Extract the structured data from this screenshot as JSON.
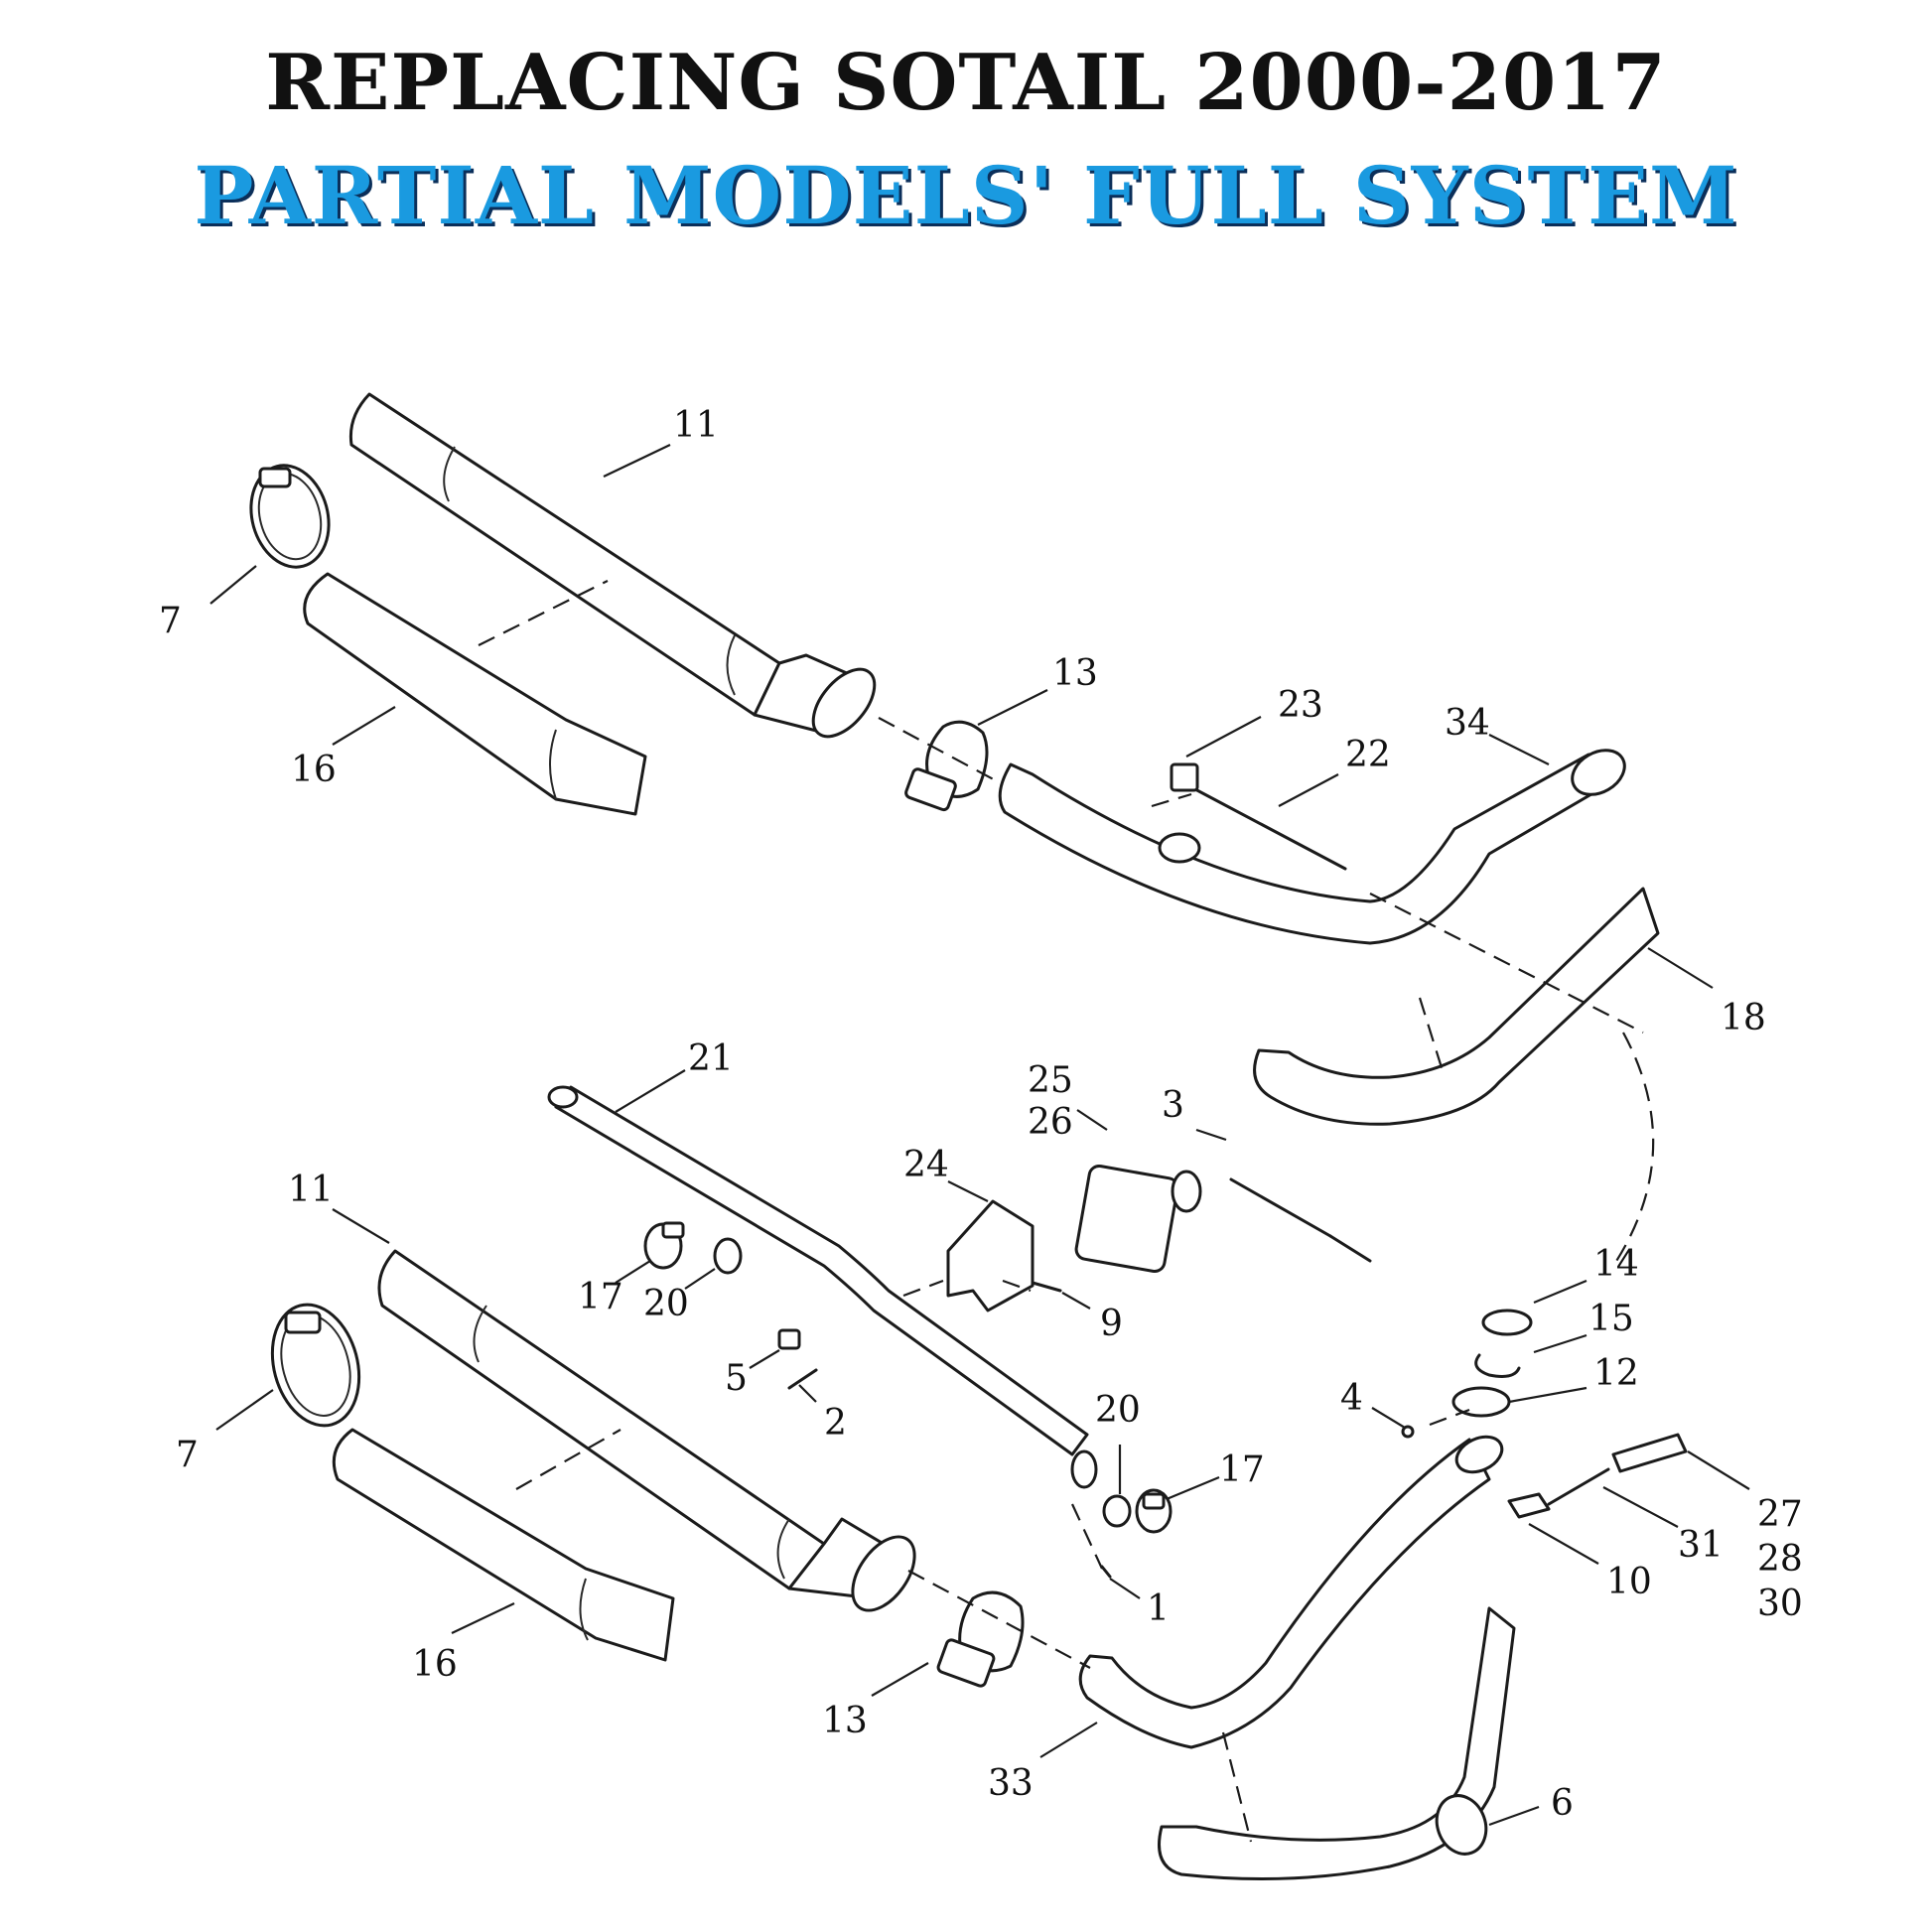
{
  "header": {
    "title": "REPLACING SOTAIL 2000-2017",
    "subtitle": "PARTIAL MODELS' FULL SYSTEM"
  },
  "colors": {
    "title": "#111111",
    "subtitle": "#1a9ae0",
    "subtitle_shadow": "#0b2f5a",
    "line_art": "#1b1b1b"
  },
  "callouts": [
    {
      "id": "upper-muffler",
      "label": "11"
    },
    {
      "id": "upper-clamp",
      "label": "7"
    },
    {
      "id": "upper-heat-shield",
      "label": "16"
    },
    {
      "id": "upper-muffler-clamp",
      "label": "13"
    },
    {
      "id": "upper-bracket-bolt",
      "label": "23"
    },
    {
      "id": "upper-rod",
      "label": "22"
    },
    {
      "id": "upper-front-header",
      "label": "34"
    },
    {
      "id": "upper-header-shield",
      "label": "18"
    },
    {
      "id": "crossover-pipe",
      "label": "21"
    },
    {
      "id": "actuator-a",
      "label": "25"
    },
    {
      "id": "actuator-b",
      "label": "26"
    },
    {
      "id": "actuator-screw",
      "label": "3"
    },
    {
      "id": "actuator-bracket",
      "label": "24"
    },
    {
      "id": "lower-muffler",
      "label": "11"
    },
    {
      "id": "small-clamp-left",
      "label": "17"
    },
    {
      "id": "ring-left",
      "label": "20"
    },
    {
      "id": "sensor-stud",
      "label": "9"
    },
    {
      "id": "gasket-14",
      "label": "14"
    },
    {
      "id": "retaining-ring",
      "label": "15"
    },
    {
      "id": "nut-5",
      "label": "5"
    },
    {
      "id": "lower-clamp",
      "label": "7"
    },
    {
      "id": "bolt-2",
      "label": "2"
    },
    {
      "id": "flange",
      "label": "12"
    },
    {
      "id": "flange-nut",
      "label": "4"
    },
    {
      "id": "ring-right",
      "label": "20"
    },
    {
      "id": "small-clamp-right",
      "label": "17"
    },
    {
      "id": "sensor-27",
      "label": "27"
    },
    {
      "id": "sensor-28",
      "label": "28"
    },
    {
      "id": "sensor-30",
      "label": "30"
    },
    {
      "id": "lead-31",
      "label": "31"
    },
    {
      "id": "o2-sensor",
      "label": "10"
    },
    {
      "id": "bolt-1",
      "label": "1"
    },
    {
      "id": "lower-heat-shield",
      "label": "16"
    },
    {
      "id": "lower-muffler-clamp",
      "label": "13"
    },
    {
      "id": "rear-header",
      "label": "33"
    },
    {
      "id": "header-clamp",
      "label": "6"
    }
  ]
}
